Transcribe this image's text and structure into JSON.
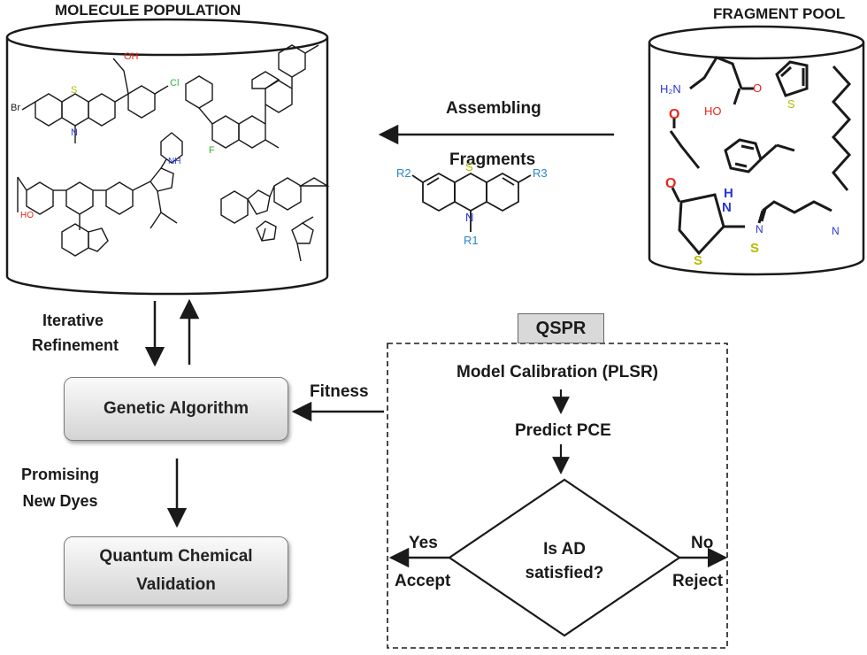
{
  "titles": {
    "molecule_population": "MOLECULE POPULATION",
    "fragment_pool": "FRAGMENT POOL"
  },
  "arrows": {
    "assembling": "Assembling",
    "fragments": "Fragments",
    "iterative_1": "Iterative",
    "iterative_2": "Refinement",
    "fitness": "Fitness",
    "promising_1": "Promising",
    "promising_2": "New Dyes"
  },
  "boxes": {
    "genetic_algorithm": "Genetic Algorithm",
    "quantum_1": "Quantum Chemical",
    "quantum_2": "Validation"
  },
  "qspr": {
    "tab": "QSPR",
    "model_calibration": "Model Calibration (PLSR)",
    "predict_pce": "Predict PCE",
    "decision_1": "Is AD",
    "decision_2": "satisfied?",
    "yes": "Yes",
    "accept": "Accept",
    "no": "No",
    "reject": "Reject"
  },
  "scaffold": {
    "r1": "R1",
    "r2": "R2",
    "r3": "R3",
    "n": "N",
    "s": "S"
  },
  "atoms": {
    "br": "Br",
    "cl": "Cl",
    "f": "F",
    "oh": "OH",
    "ho": "HO",
    "o": "O",
    "n": "N",
    "s": "S",
    "nh": "NH",
    "h": "H",
    "h2n": "H₂N",
    "n_h": "N H"
  },
  "colors": {
    "heteroatom_O": "#e8261c",
    "heteroatom_N": "#2638d6",
    "heteroatom_S": "#b9b900",
    "halogen_Cl": "#2fb52f",
    "r_group": "#2b86c8",
    "box_fill": "#e6e6e6"
  }
}
